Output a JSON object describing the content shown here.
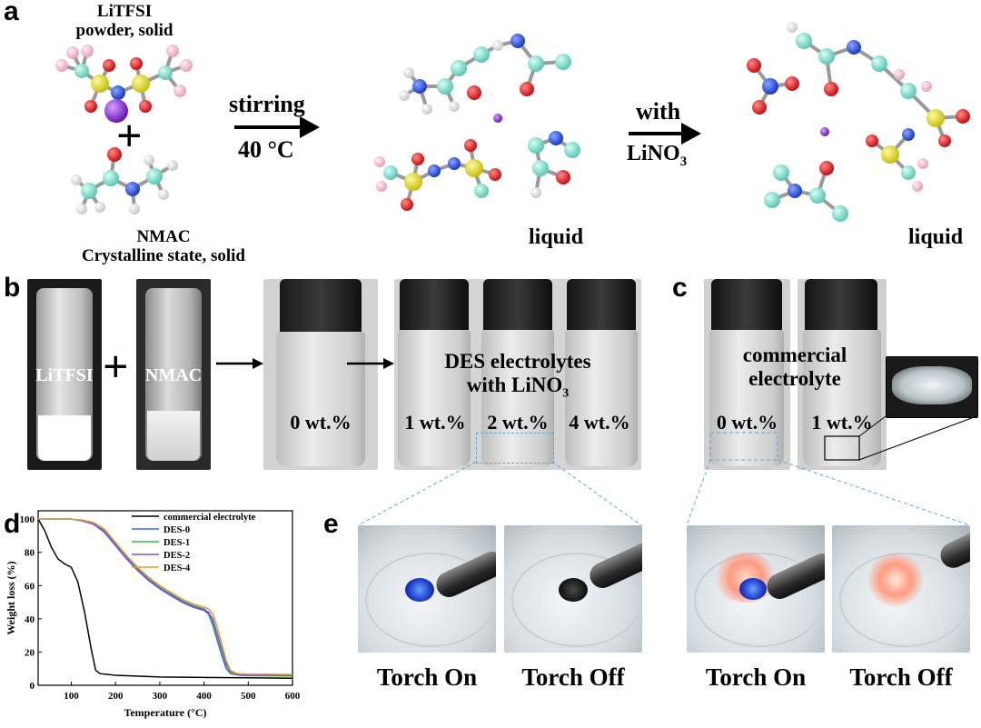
{
  "panels": {
    "a": "a",
    "b": "b",
    "c": "c",
    "d": "d",
    "e": "e"
  },
  "panel_a": {
    "litfsi_line1": "LiTFSI",
    "litfsi_line2": "powder, solid",
    "plus": "+",
    "nmac_line1": "NMAC",
    "nmac_line2": "Crystalline state, solid",
    "arrow1_top": "stirring",
    "arrow1_bottom": "40 °C",
    "liquid1": "liquid",
    "arrow2_top": "with",
    "arrow2_bottom": "LiNO",
    "arrow2_sub": "3",
    "liquid2": "liquid",
    "colors": {
      "carbon": "#7fd8c8",
      "hydrogen": "#e6e6e6",
      "oxygen": "#e02020",
      "nitrogen": "#2a4ed8",
      "sulfur": "#e8e01e",
      "fluorine": "#f2b6c8",
      "lithium": "#8a2bd8"
    }
  },
  "panel_b": {
    "vial1_label": "LiTFSI",
    "plus": "+",
    "vial2_label": "NMAC",
    "vial3_label": "0 wt.%",
    "group_line1": "DES electrolytes",
    "group_line2": "with LiNO",
    "group_sub": "3",
    "vial4_label": "1 wt.%",
    "vial5_label": "2 wt.%",
    "vial6_label": "4 wt.%"
  },
  "panel_c": {
    "line1": "commercial",
    "line2": "electrolyte",
    "vial1_label": "0 wt.%",
    "vial2_label": "1 wt.%"
  },
  "panel_e": {
    "captions": [
      "Torch On",
      "Torch Off",
      "Torch On",
      "Torch Off"
    ]
  },
  "chart_data": {
    "type": "line",
    "xlabel": "Temperature (°C)",
    "ylabel": "Weight loss (%)",
    "xlim": [
      25,
      600
    ],
    "ylim": [
      0,
      105
    ],
    "xticks": [
      100,
      200,
      300,
      400,
      500,
      600
    ],
    "yticks": [
      0,
      20,
      40,
      60,
      80,
      100
    ],
    "legend_position": "top-right",
    "series": [
      {
        "name": "commercial electrolyte",
        "color": "#000000",
        "x": [
          25,
          40,
          55,
          70,
          85,
          100,
          115,
          130,
          145,
          155,
          165,
          200,
          300,
          400,
          500,
          600
        ],
        "y": [
          100,
          93,
          83,
          76,
          73,
          71,
          62,
          44,
          22,
          9,
          7,
          6,
          5,
          4.7,
          4.5,
          4.2
        ]
      },
      {
        "name": "DES-0",
        "color": "#3a6fd8",
        "x": [
          25,
          100,
          125,
          150,
          175,
          200,
          225,
          250,
          275,
          300,
          325,
          350,
          375,
          400,
          410,
          420,
          430,
          440,
          450,
          460,
          470,
          480,
          500,
          600
        ],
        "y": [
          100,
          100,
          99,
          97,
          92,
          84,
          76,
          69,
          63,
          58,
          54,
          50,
          47,
          45,
          43,
          36,
          27,
          18,
          10,
          7,
          6.5,
          6.2,
          6,
          5.8
        ]
      },
      {
        "name": "DES-1",
        "color": "#3cb84a",
        "x": [
          25,
          100,
          125,
          150,
          175,
          200,
          225,
          250,
          275,
          300,
          325,
          350,
          375,
          400,
          410,
          420,
          430,
          440,
          450,
          460,
          470,
          480,
          500,
          600
        ],
        "y": [
          100,
          100,
          99,
          97.5,
          93,
          85,
          77,
          70,
          64,
          59,
          55,
          51,
          48,
          46,
          44,
          38,
          29,
          20,
          12,
          8,
          6.5,
          6,
          5.8,
          5.6
        ]
      },
      {
        "name": "DES-2",
        "color": "#8a4fd8",
        "x": [
          25,
          100,
          125,
          150,
          175,
          200,
          225,
          250,
          275,
          300,
          325,
          350,
          375,
          400,
          410,
          420,
          430,
          440,
          450,
          460,
          470,
          480,
          500,
          600
        ],
        "y": [
          100,
          100,
          99,
          97,
          92.5,
          84.5,
          76.5,
          69.5,
          63.5,
          58.5,
          54.5,
          50.5,
          47.5,
          45.5,
          44,
          40,
          31,
          22,
          13,
          8.5,
          7,
          6.3,
          6,
          5.8
        ]
      },
      {
        "name": "DES-4",
        "color": "#e0a030",
        "x": [
          25,
          100,
          125,
          150,
          175,
          200,
          225,
          250,
          275,
          300,
          325,
          350,
          375,
          400,
          410,
          420,
          430,
          440,
          450,
          460,
          470,
          480,
          500,
          600
        ],
        "y": [
          100,
          100,
          99.5,
          98,
          94,
          86,
          78,
          71,
          65,
          60,
          56,
          52,
          49,
          47,
          46,
          43,
          35,
          25,
          15,
          9,
          7.5,
          7,
          6.8,
          6.5
        ]
      }
    ]
  }
}
